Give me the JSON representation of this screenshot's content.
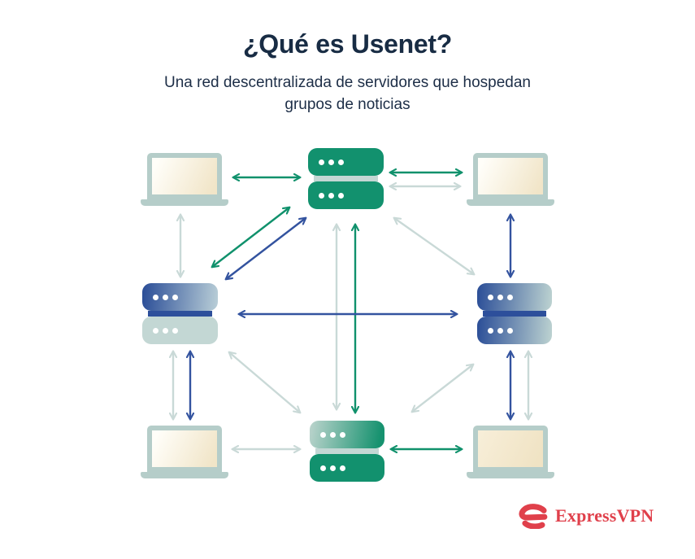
{
  "header": {
    "title": "¿Qué es Usenet?",
    "subtitle": "Una red descentralizada de servidores que hospedan grupos de noticias"
  },
  "footer": {
    "brand": "ExpressVPN",
    "brand_color": "#e0404b",
    "logo_icon": "expressvpn-e-icon"
  },
  "palette": {
    "navy_text": "#182c44",
    "green": "#10916c",
    "blue": "#33539f",
    "light_teal": "#c9d9d7",
    "laptop_frame": "#b5cdc9",
    "screen_cream": "#f1e5c8",
    "server_green": "#12916e",
    "server_blue_dark": "#2a4d97",
    "server_light_unit": "#c3d7d4",
    "brand_red": "#e0404b"
  },
  "diagram": {
    "nodes": [
      {
        "id": "server-top",
        "type": "news-server",
        "style": "solid-green"
      },
      {
        "id": "server-left",
        "type": "news-server",
        "style": "blue-gradient-top-light-bottom"
      },
      {
        "id": "server-right",
        "type": "news-server",
        "style": "blue-gradient-both"
      },
      {
        "id": "server-bottom",
        "type": "news-server",
        "style": "green-gradient-top-solid-bottom"
      },
      {
        "id": "laptop-top-left",
        "type": "client-laptop"
      },
      {
        "id": "laptop-top-right",
        "type": "client-laptop"
      },
      {
        "id": "laptop-bottom-left",
        "type": "client-laptop"
      },
      {
        "id": "laptop-bottom-right",
        "type": "client-laptop"
      }
    ],
    "connections": [
      {
        "from": "laptop-top-left",
        "to": "server-top",
        "arrows": [
          "green"
        ]
      },
      {
        "from": "server-top",
        "to": "laptop-top-right",
        "arrows": [
          "green",
          "light_teal"
        ]
      },
      {
        "from": "laptop-top-left",
        "to": "server-left",
        "arrows": [
          "light_teal"
        ]
      },
      {
        "from": "laptop-top-right",
        "to": "server-right",
        "arrows": [
          "blue"
        ]
      },
      {
        "from": "server-left",
        "to": "server-top",
        "arrows": [
          "green",
          "blue"
        ]
      },
      {
        "from": "server-top",
        "to": "server-right",
        "arrows": [
          "light_teal"
        ]
      },
      {
        "from": "server-top",
        "to": "server-bottom",
        "arrows": [
          "light_teal",
          "green"
        ]
      },
      {
        "from": "server-left",
        "to": "server-right",
        "arrows": [
          "blue"
        ]
      },
      {
        "from": "server-left",
        "to": "server-bottom",
        "arrows": [
          "light_teal"
        ]
      },
      {
        "from": "server-bottom",
        "to": "server-right",
        "arrows": [
          "light_teal"
        ]
      },
      {
        "from": "server-left",
        "to": "laptop-bottom-left",
        "arrows": [
          "light_teal",
          "blue"
        ]
      },
      {
        "from": "server-right",
        "to": "laptop-bottom-right",
        "arrows": [
          "blue",
          "light_teal"
        ]
      },
      {
        "from": "laptop-bottom-left",
        "to": "server-bottom",
        "arrows": [
          "light_teal"
        ]
      },
      {
        "from": "server-bottom",
        "to": "laptop-bottom-right",
        "arrows": [
          "green"
        ]
      }
    ],
    "arrow_type": "double-headed"
  }
}
